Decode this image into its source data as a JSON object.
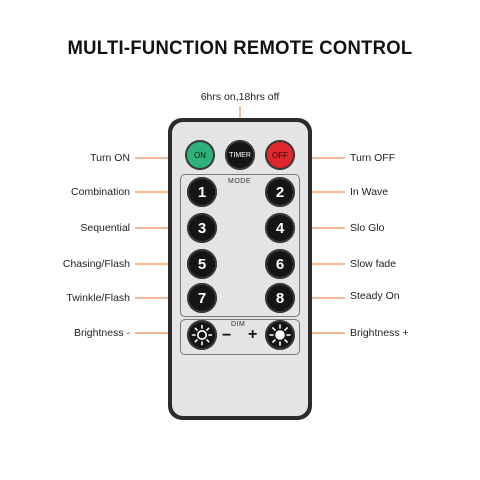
{
  "title": "MULTI-FUNCTION REMOTE CONTROL",
  "timer_note": "6hrs on,18hrs off",
  "remote": {
    "top_buttons": {
      "on": "ON",
      "timer": "TIMER",
      "off": "OFF"
    },
    "mode_label": "MODE",
    "dim_label": "DIM",
    "mode_buttons": [
      "1",
      "2",
      "3",
      "4",
      "5",
      "6",
      "7",
      "8"
    ],
    "minus": "−",
    "plus": "+"
  },
  "labels_left": [
    "Turn ON",
    "Combination",
    "Sequential",
    "Chasing/Flash",
    "Twinkle/Flash",
    "Brightness -"
  ],
  "labels_right": [
    "Turn OFF",
    "In Wave",
    "Slo Glo",
    "Slow fade",
    "Steady On",
    "Brightness +"
  ],
  "colors": {
    "accent_line": "#e8772e",
    "on_button": "#2fb27a",
    "off_button": "#e2262e",
    "remote_body": "#2b2b2b",
    "face": "#e4e4e4"
  },
  "icons": [
    "brightness-down-icon",
    "brightness-up-icon"
  ]
}
